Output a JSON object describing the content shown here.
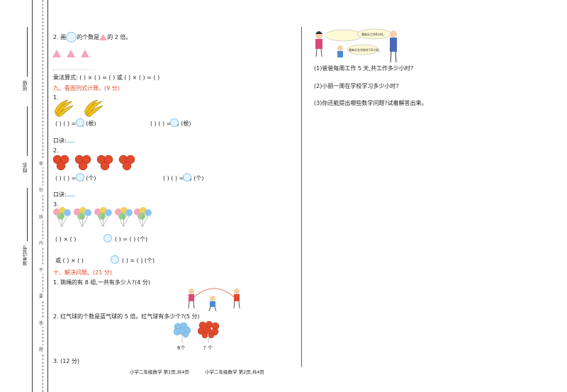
{
  "sidebar": {
    "class_label": "班级:",
    "name_label": "姓名:",
    "exam_id_label": "准考证号:",
    "seal_chars": [
      "密",
      "封",
      "线",
      "内",
      "不",
      "要",
      "答",
      "题"
    ]
  },
  "left": {
    "q2_parts": [
      "2. 画",
      "的个数是",
      "的 2 倍。"
    ],
    "mult_label": "乘法算式:",
    "mult_expr": "(    ) × (    ) = (    )",
    "or": "或",
    "section9": "九、看图列式计算。(9 分)",
    "p1": "1.",
    "eq_gen": "(    )      (    ) = (    ) (根)",
    "kouju": "口诀:",
    "p2": "2.",
    "eq_ge": "(    )      (    ) = (    ) (个)",
    "p3": "3.",
    "b_left": "(    ) × (    )",
    "b_right": "(    ) = (    ) (个)",
    "b_or": "或",
    "section10": "十、解决问题。(21 分)",
    "q_rope": "1. 跳绳的有 8 组,一共有多少人?(4 分)",
    "q_balloon": "2. 红气球的个数是蓝气球的 5 倍。红气球有多少个?(5 分)",
    "label_6": "6个",
    "label_q": "? 个",
    "q3": "3. (12 分)"
  },
  "right": {
    "bubble_dad": "我每天工作8小时。",
    "bubble_girl": "我每天在学校学习5小时。",
    "q1": "(1)爸爸每周工作 5 天,共工作多少小时?",
    "q2": "(2)小丽一周在学校学习多少小时?",
    "q3": "(3)你还能提出哪些数学问题?试着解答出来。"
  },
  "footer": {
    "left": "小学二年级数学 第1页,共4页",
    "right": "小学二年级数学 第2页,共4页"
  },
  "colors": {
    "accent": "#e24a2b",
    "circle": "#8cc6f0",
    "triangle": "#f5a6b8",
    "banana": "#f2c21b"
  }
}
